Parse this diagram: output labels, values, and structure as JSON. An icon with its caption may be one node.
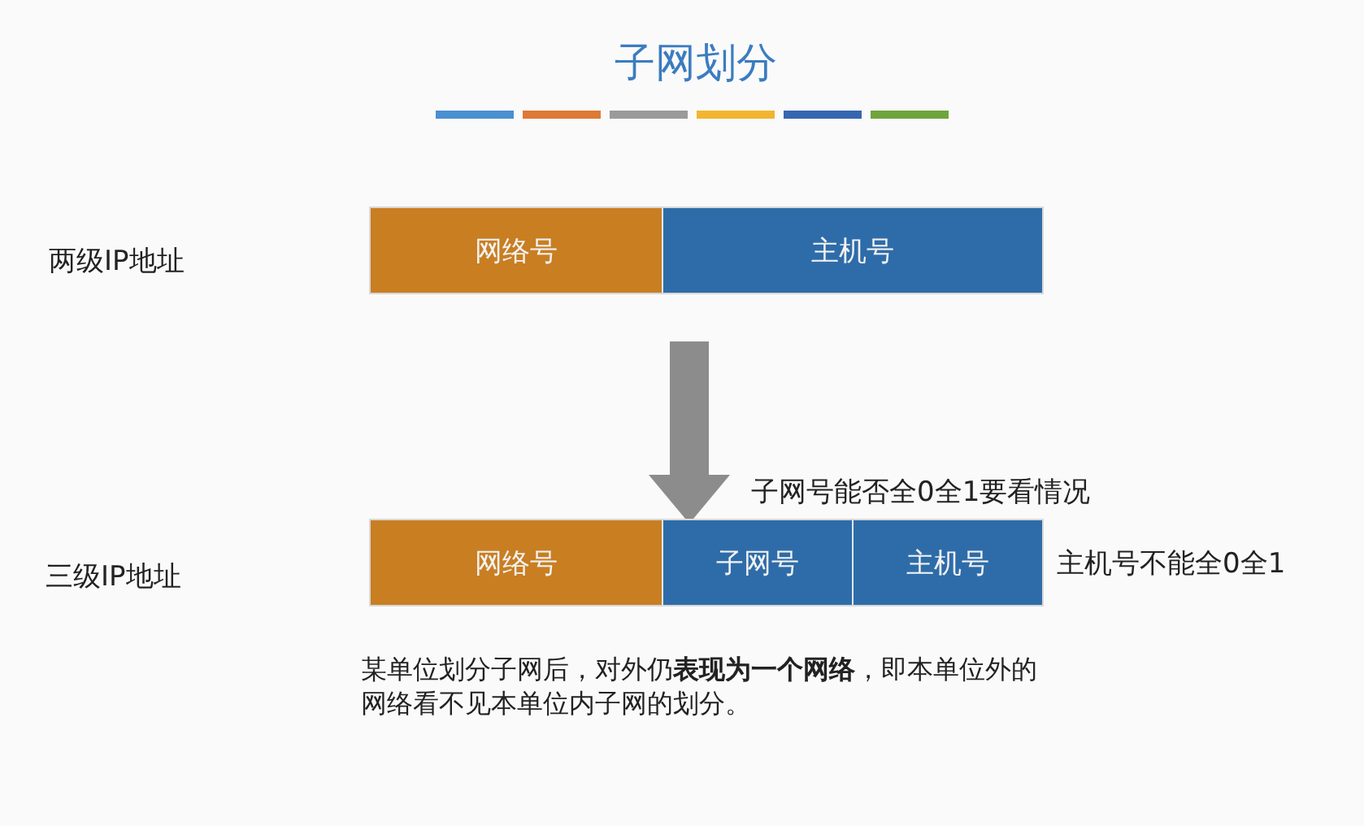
{
  "diagram": {
    "title": "子网划分",
    "nodes": [
      {
        "text": [],
        "shape": "bar"
      },
      {
        "text": [
          "网络号"
        ],
        "in": 0
      },
      {
        "text": [
          "主机号"
        ],
        "in": 0
      },
      {
        "text": [],
        "shape": "bar"
      },
      {
        "text": [
          "网络号"
        ],
        "in": 3
      },
      {
        "text": [
          "子网号"
        ],
        "in": 3
      },
      {
        "text": [
          "主机号"
        ],
        "in": 3,
        "beside": [
          "主机号不能全0全1"
        ]
      }
    ],
    "edges": [
      {
        "from": 0,
        "to": 3,
        "arrow": "to",
        "color": "#8c8c8c"
      }
    ],
    "labels": [
      "两级IP地址",
      "子网号能否全0全1要看情况",
      "三级IP地址",
      "某单位划分子网后，对外仍**表现为一个网络**，即本单位外的网络看不见本单位内子网的划分。"
    ]
  }
}
